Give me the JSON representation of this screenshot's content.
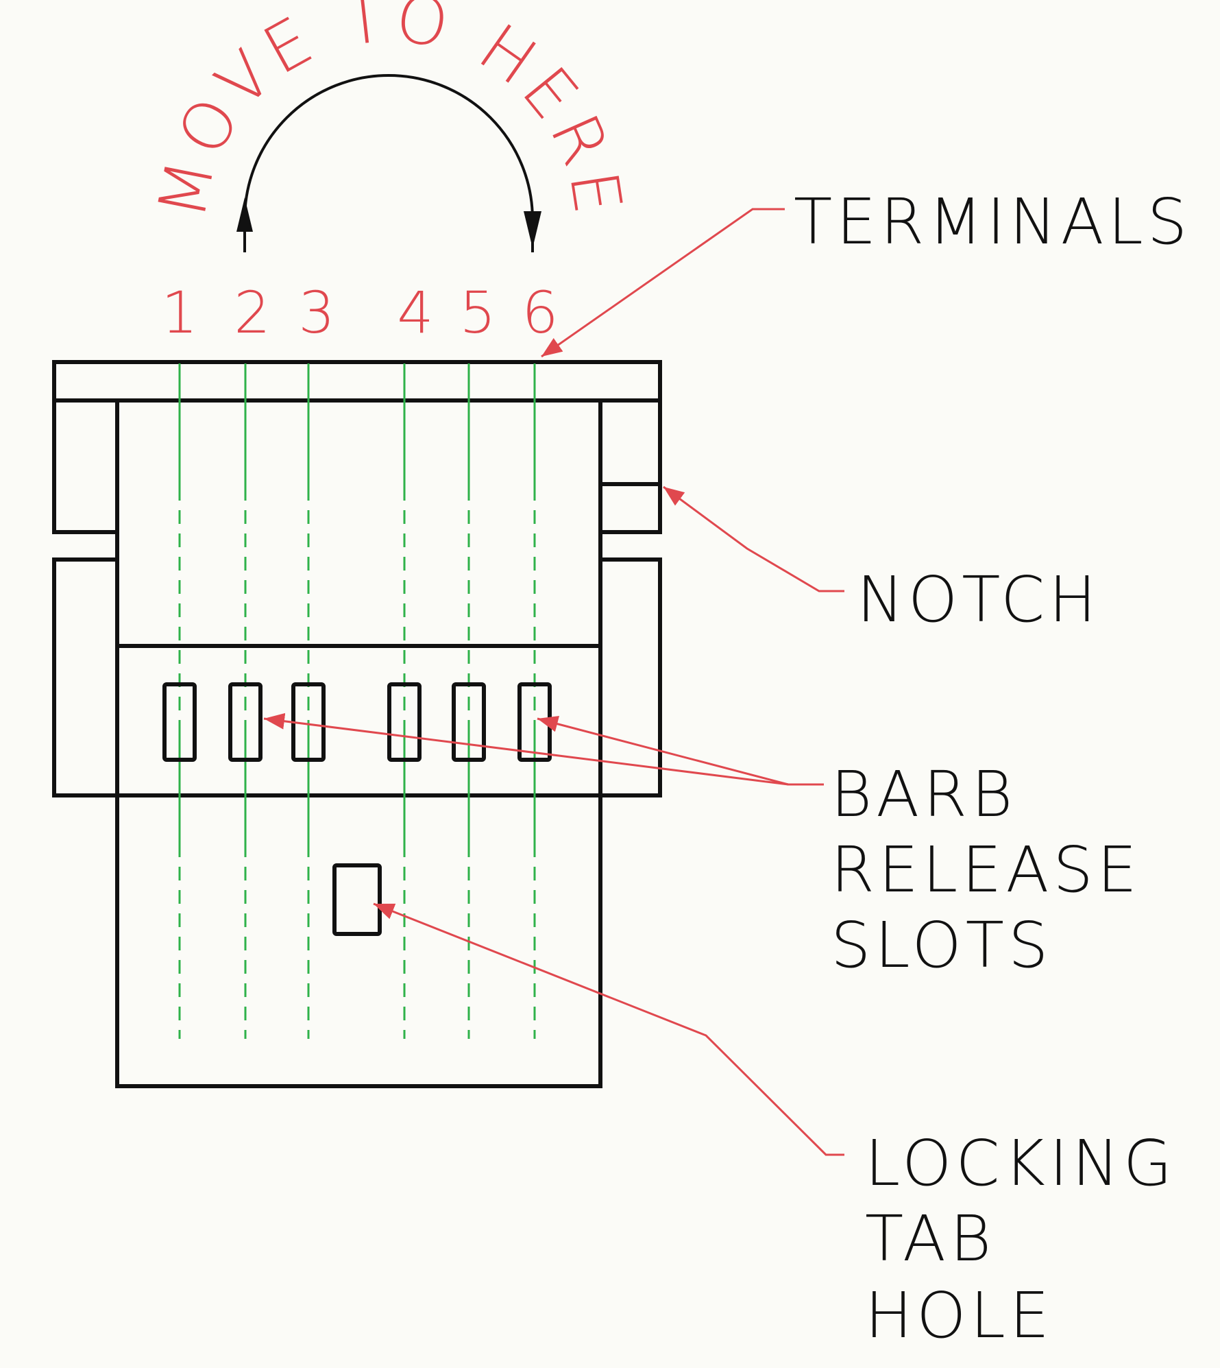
{
  "diagram": {
    "arc_label": "MOVE TO HERE",
    "terminal_numbers": [
      "1",
      "2",
      "3",
      "4",
      "5",
      "6"
    ],
    "labels": {
      "terminals": "TERMINALS",
      "notch": "NOTCH",
      "barb_line1": "BARB",
      "barb_line2": "RELEASE",
      "barb_line3": "SLOTS",
      "locking_line1": "LOCKING",
      "locking_line2": "TAB",
      "locking_line3": "HOLE"
    },
    "colors": {
      "outline": "#111111",
      "annotation": "#e0484e",
      "terminal_line": "#2fb24a",
      "background": "#fbfbf7"
    }
  }
}
